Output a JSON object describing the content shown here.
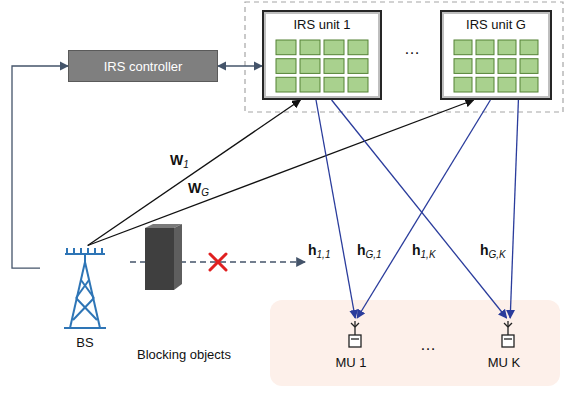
{
  "diagram": {
    "nodes": [
      {
        "text": [
          "IRS controller"
        ]
      },
      {
        "text": [
          "IRS unit 1"
        ]
      },
      {
        "text": [
          "IRS unit G"
        ]
      },
      {
        "text": [
          "BS"
        ]
      },
      {
        "text": [
          "Blocking objects"
        ]
      },
      {
        "text": [
          "MU 1"
        ]
      },
      {
        "text": [
          "MU K"
        ]
      }
    ],
    "edges": [
      {
        "from": 3,
        "to": 0,
        "arrow": "to"
      },
      {
        "from": 0,
        "to": 1,
        "arrow": "both"
      },
      {
        "from": 3,
        "to": 1,
        "label": "W1",
        "arrow": "to"
      },
      {
        "from": 3,
        "to": 2,
        "label": "WG",
        "arrow": "to"
      },
      {
        "from": 1,
        "to": 5,
        "label": "h1,1",
        "arrow": "to"
      },
      {
        "from": 1,
        "to": 6,
        "label": "h1,K",
        "arrow": "to"
      },
      {
        "from": 2,
        "to": 5,
        "label": "hG,1",
        "arrow": "to"
      },
      {
        "from": 2,
        "to": 6,
        "label": "hG,K",
        "arrow": "to"
      }
    ],
    "labels": [
      "…",
      "…"
    ]
  }
}
